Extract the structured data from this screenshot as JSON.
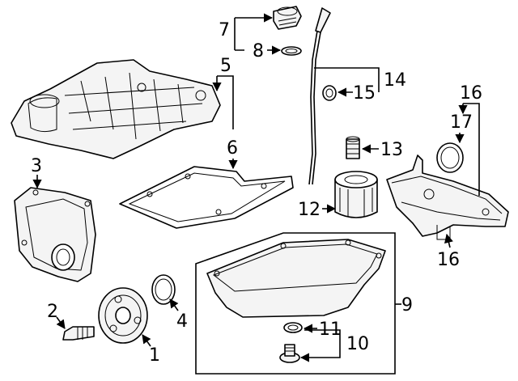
{
  "callouts": [
    {
      "id": "1",
      "text": "1"
    },
    {
      "id": "2",
      "text": "2"
    },
    {
      "id": "3",
      "text": "3"
    },
    {
      "id": "4",
      "text": "4"
    },
    {
      "id": "5",
      "text": "5"
    },
    {
      "id": "6",
      "text": "6"
    },
    {
      "id": "7",
      "text": "7"
    },
    {
      "id": "8",
      "text": "8"
    },
    {
      "id": "9",
      "text": "9"
    },
    {
      "id": "10",
      "text": "10"
    },
    {
      "id": "11",
      "text": "11"
    },
    {
      "id": "12",
      "text": "12"
    },
    {
      "id": "13",
      "text": "13"
    },
    {
      "id": "14",
      "text": "14"
    },
    {
      "id": "15",
      "text": "15"
    },
    {
      "id": "16a",
      "text": "16"
    },
    {
      "id": "16b",
      "text": "16"
    },
    {
      "id": "17",
      "text": "17"
    }
  ],
  "colors": {
    "line": "#000000",
    "part_fill": "#f4f4f4",
    "background": "#ffffff"
  }
}
